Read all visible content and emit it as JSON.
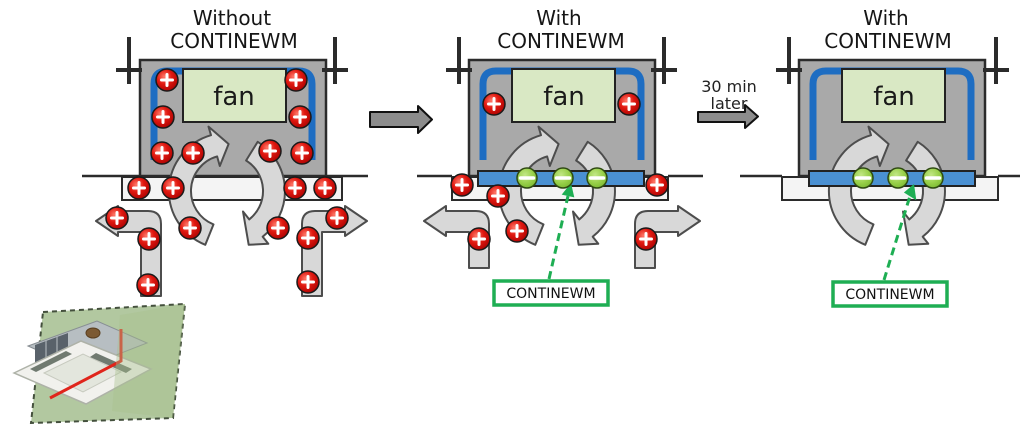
{
  "diagram": {
    "panels": [
      {
        "id": "without",
        "title_line1": "Without",
        "title_line2": "CONTINEWM",
        "fan_label": "fan",
        "has_filter": false,
        "red_ions": [
          [
            167,
            80
          ],
          [
            296,
            80
          ],
          [
            163,
            117
          ],
          [
            300,
            117
          ],
          [
            162,
            153
          ],
          [
            193,
            153
          ],
          [
            270,
            151
          ],
          [
            302,
            153
          ],
          [
            139,
            188
          ],
          [
            173,
            188
          ],
          [
            295,
            188
          ],
          [
            325,
            188
          ],
          [
            190,
            228
          ],
          [
            278,
            228
          ],
          [
            117,
            218
          ],
          [
            149,
            239
          ],
          [
            148,
            285
          ],
          [
            337,
            218
          ],
          [
            308,
            238
          ],
          [
            308,
            282
          ]
        ],
        "green_ions": []
      },
      {
        "id": "with",
        "title_line1": "With",
        "title_line2": "CONTINEWM",
        "fan_label": "fan",
        "has_filter": true,
        "filter_label": "CONTINEWM",
        "red_ions": [
          [
            494,
            104
          ],
          [
            629,
            104
          ],
          [
            462,
            185
          ],
          [
            498,
            196
          ],
          [
            517,
            231
          ],
          [
            479,
            239
          ],
          [
            657,
            185
          ],
          [
            646,
            239
          ]
        ],
        "green_ions": [
          [
            527,
            178
          ],
          [
            563,
            178
          ],
          [
            597,
            178
          ]
        ]
      },
      {
        "id": "with-later",
        "title_line1": "With",
        "title_line2": "CONTINEWM",
        "fan_label": "fan",
        "has_filter": true,
        "filter_label": "CONTINEWM",
        "red_ions": [],
        "green_ions": [
          [
            863,
            178
          ],
          [
            898,
            178
          ],
          [
            933,
            178
          ]
        ]
      }
    ],
    "transition": {
      "line1": "30 min",
      "line2": "later"
    },
    "symbols": {
      "positive_ion": "+",
      "negative_ion": "−"
    },
    "colors": {
      "unit_body": "#a9a9a9",
      "duct_blue": "#1e6dc2",
      "filter_bar_blue": "#4a90d2",
      "fan_box_green": "#d9e8c4",
      "ion_red": "#d81510",
      "ion_green": "#97cf48",
      "flow_arrow_gray": "#d8d8d8",
      "solid_arrow_gray": "#8c8c8c",
      "accent_green": "#1eae53",
      "outline_dark": "#2b2b2b",
      "ceiling_bar_white": "#f4f4f4",
      "photo_plane_green": "#b2c8a0",
      "photo_section_line_red": "#e0251b"
    }
  }
}
